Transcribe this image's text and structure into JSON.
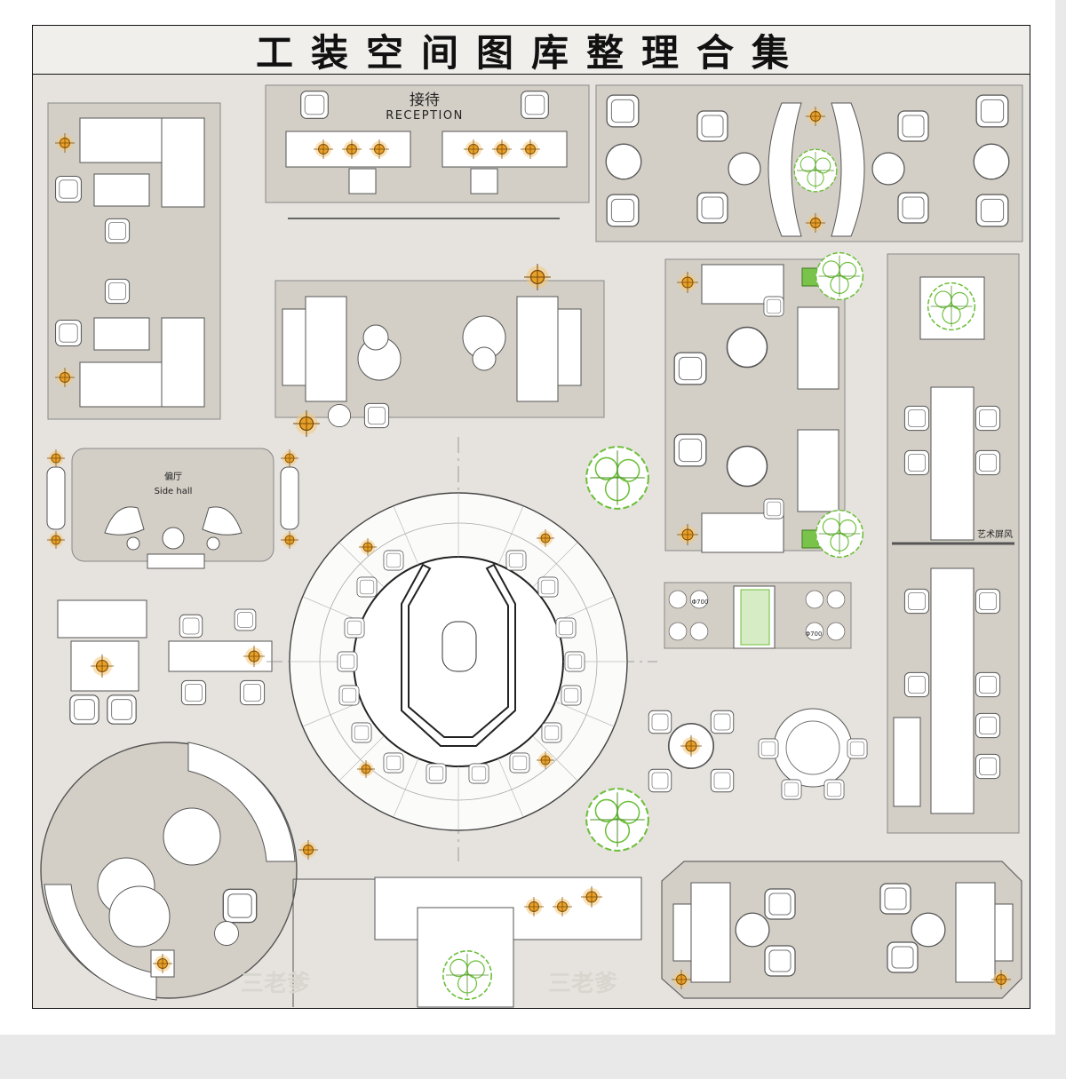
{
  "title": "工装空间图库整理合集",
  "labels": {
    "reception_cn": "接待",
    "reception_en": "RECEPTION",
    "side_hall_cn": "偏厅",
    "side_hall_en": "Side hall",
    "art_screen": "艺术屏风",
    "table_size": "Φ700"
  },
  "watermark": "三老爹",
  "colors": {
    "background": "#e6e3de",
    "zone": "#d3cfc6",
    "furniture": "#ffffff",
    "line": "#555555",
    "lamp": "#e8a02a",
    "plant": "#6cbf3a"
  }
}
